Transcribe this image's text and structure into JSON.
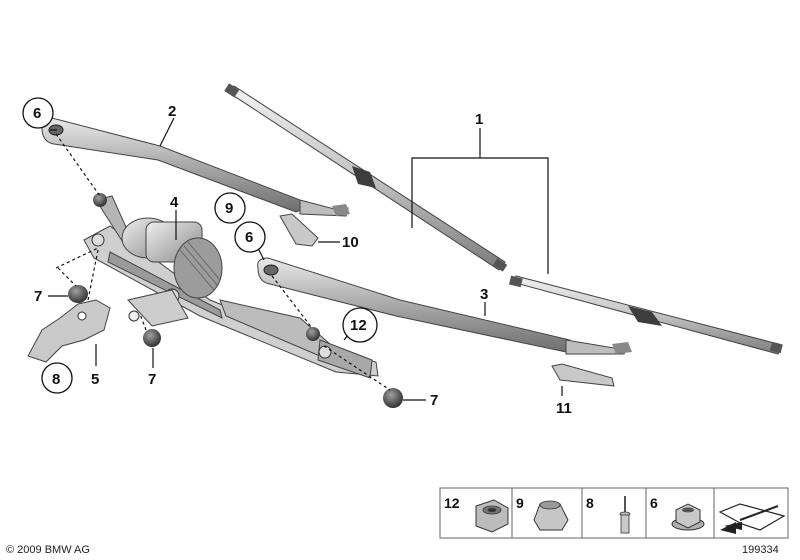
{
  "callouts": {
    "c1": "1",
    "c2": "2",
    "c3": "3",
    "c4": "4",
    "c5": "5",
    "c6a": "6",
    "c6b": "6",
    "c7a": "7",
    "c7b": "7",
    "c7c": "7",
    "c8": "8",
    "c9": "9",
    "c10": "10",
    "c11": "11",
    "c12": "12"
  },
  "legend": {
    "items": [
      "12",
      "9",
      "8",
      "6"
    ],
    "icons": [
      "hex-nut-icon",
      "cap-nut-icon",
      "blind-rivet-icon",
      "flange-nut-icon",
      "arrow-icon"
    ]
  },
  "footer": {
    "copyright": "© 2009 BMW AG",
    "diagram_id": "199334"
  },
  "colors": {
    "part_light": "#d7d7d7",
    "part_mid": "#a6a6a6",
    "part_dark": "#5a5a5a",
    "outline": "#333333"
  }
}
